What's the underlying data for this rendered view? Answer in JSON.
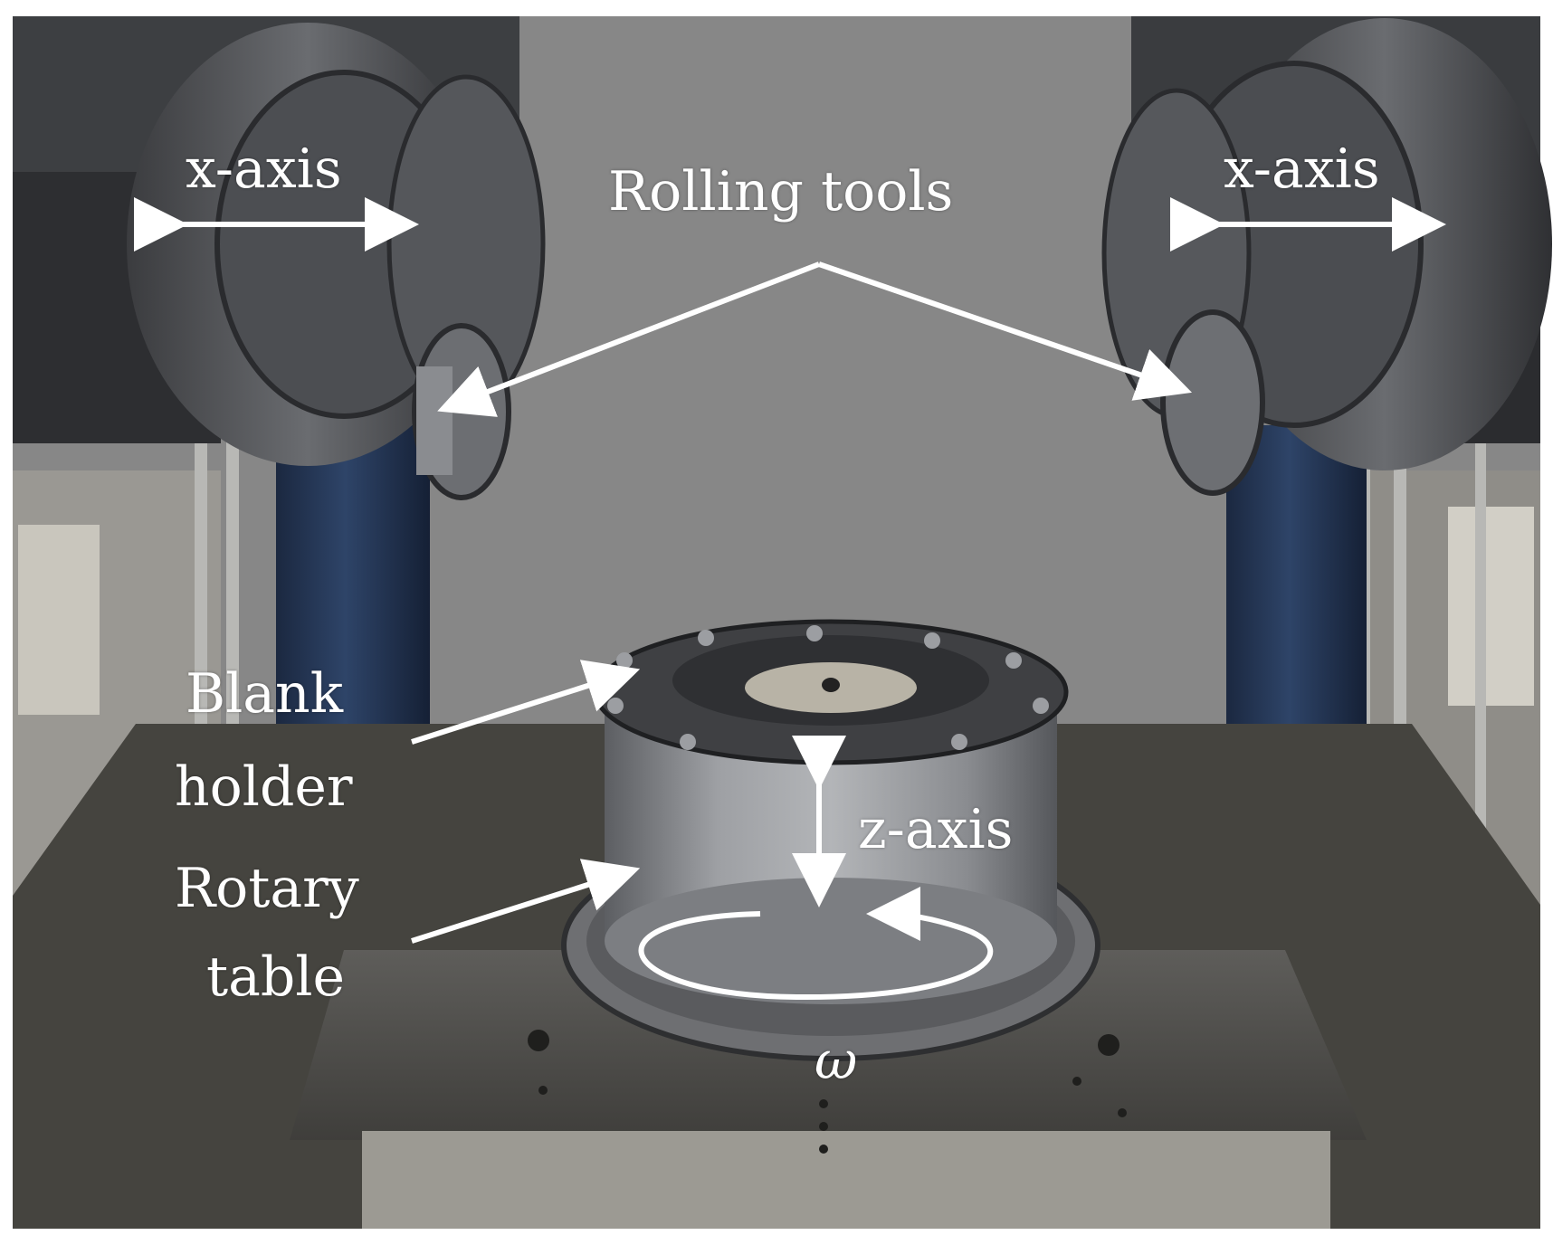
{
  "labels": {
    "x_axis_left": "x-axis",
    "x_axis_right": "x-axis",
    "rolling_tools": "Rolling tools",
    "blank_holder_line1": "Blank",
    "blank_holder_line2": "holder",
    "rotary_table_line1": "Rotary",
    "rotary_table_line2": "table",
    "z_axis": "z-axis",
    "omega": "ω"
  },
  "colors": {
    "background_wall": "#878787",
    "annotation": "#ffffff",
    "steel": "#8d8f93",
    "column_blue": "#22334f"
  }
}
